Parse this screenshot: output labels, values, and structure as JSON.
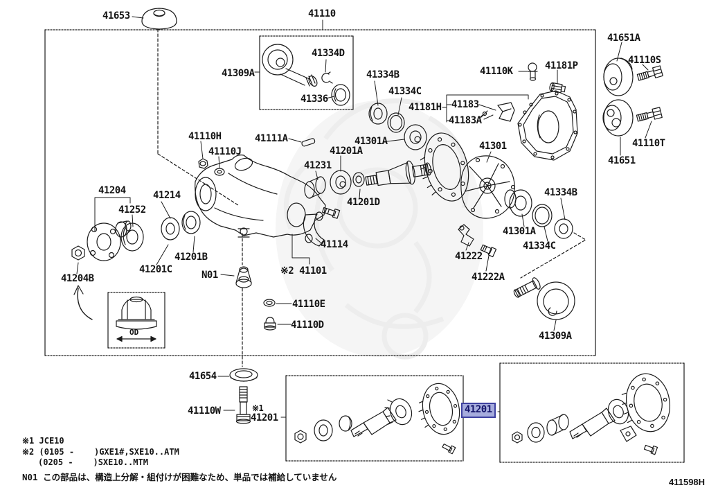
{
  "figure_code": "411598H",
  "diagram_title": "rear differential carrier exploded parts diagram",
  "selection": {
    "part_number": "41201",
    "highlight_fill": "#a6acdd",
    "highlight_border": "#3e41a0",
    "highlight_text_color": "#14146a"
  },
  "line_color": "#1b1b1b",
  "od_dimension_label": "OD",
  "parts": {
    "p41653": "41653",
    "p41110": "41110",
    "p41309a_inner": "41309A",
    "p41334d": "41334D",
    "p41336": "41336",
    "p41334b_upper": "41334B",
    "p41334c_upper": "41334C",
    "p41181h": "41181H",
    "p41183": "41183",
    "p41183a": "41183A",
    "p41110k": "41110K",
    "p41181p": "41181P",
    "p41651a": "41651A",
    "p41110s": "41110S",
    "p41110t": "41110T",
    "p41651": "41651",
    "p41110h": "41110H",
    "p41110j": "41110J",
    "p41111a": "41111A",
    "p41301a_upper": "41301A",
    "p41201a": "41201A",
    "p41231": "41231",
    "p41204": "41204",
    "p41214": "41214",
    "p41252": "41252",
    "p41201d": "41201D",
    "p41201b": "41201B",
    "p41201c": "41201C",
    "p41204b": "41204B",
    "n01_marker": "N01",
    "p41101": "※2 41101",
    "p41114": "41114",
    "p41110e": "41110E",
    "p41110d": "41110D",
    "p41301": "41301",
    "p41334b_lower": "41334B",
    "p41301a_lower": "41301A",
    "p41334c_lower": "41334C",
    "p41222": "41222",
    "p41222a": "41222A",
    "p41309a_outer": "41309A",
    "p41654": "41654",
    "p41110w": "41110W",
    "x1_marker": "※1",
    "p41201_left": "41201",
    "p41201_selected": "41201"
  },
  "legend": {
    "line1": "※1 JCE10",
    "line2": "※2 (0105 -    )GXE1#,SXE10..ATM",
    "line3": "(0205 -    )SXE10..MTM",
    "note": "N01 この部品は、構造上分解・組付けが困難なため、単品では補給していません"
  }
}
